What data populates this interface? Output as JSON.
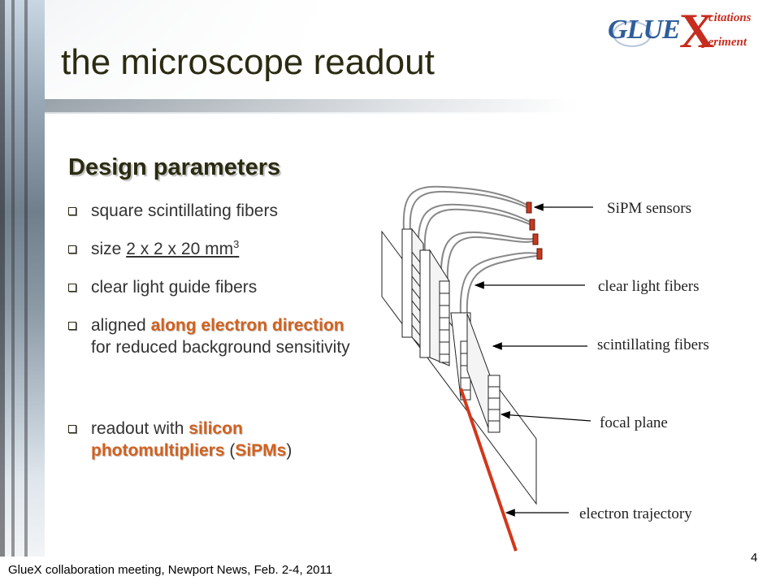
{
  "slide": {
    "title": "the microscope readout",
    "logo": {
      "main": "GLUE",
      "x": "X",
      "line1": "citations",
      "line2": "periment"
    },
    "subtitle": "Design parameters",
    "bullets": {
      "b1": "square scintillating fibers",
      "b2_prefix": "size ",
      "b2_value": "2 x 2 x 20 mm",
      "b2_exp": "3",
      "b3": "clear light guide fibers",
      "b4_prefix": "aligned ",
      "b4_highlight": "along electron direction",
      "b4_suffix": " for reduced background sensitivity",
      "b5_prefix": "readout with ",
      "b5_highlight1": "silicon photomultipliers",
      "b5_paren_open": " (",
      "b5_highlight2": "SiPMs",
      "b5_paren_close": ")"
    },
    "diagram_labels": {
      "sipm": "SiPM sensors",
      "clear": "clear light fibers",
      "scint": "scintillating fibers",
      "focal": "focal plane",
      "electron": "electron trajectory"
    },
    "footer": "GlueX collaboration meeting, Newport News, Feb. 2-4, 2011",
    "page_number": "4"
  },
  "colors": {
    "title": "#2b2b12",
    "highlight": "#d2611e",
    "sensor": "#c8391e",
    "trajectory": "#d2381a"
  }
}
